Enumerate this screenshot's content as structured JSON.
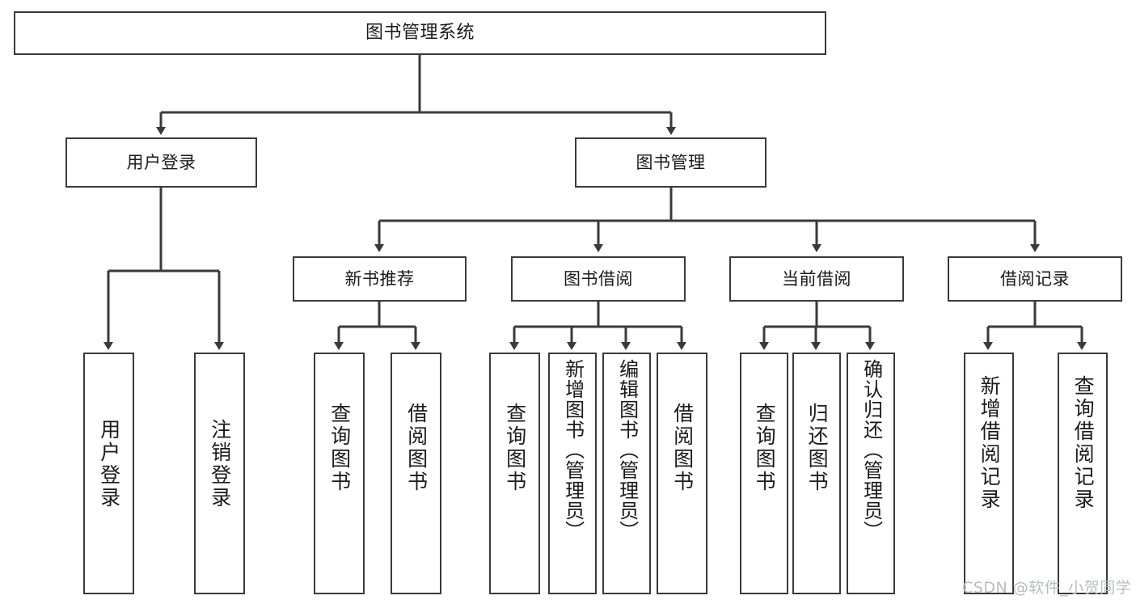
{
  "diagram": {
    "type": "tree-hierarchy-chart",
    "title": "图书管理系统",
    "background_color": "#ffffff",
    "line_color": "#3a3a3a",
    "box_border_color": "#3a3a3a",
    "text_color": "#1a1a1a"
  },
  "root": {
    "label": "图书管理系统"
  },
  "level2": [
    {
      "label": "用户登录"
    },
    {
      "label": "图书管理"
    }
  ],
  "level3": [
    {
      "label": "新书推荐"
    },
    {
      "label": "图书借阅"
    },
    {
      "label": "当前借阅"
    },
    {
      "label": "借阅记录"
    }
  ],
  "leaves": {
    "user_login": [
      {
        "label": "用户登录"
      },
      {
        "label": "注销登录"
      }
    ],
    "new_book_recommend": [
      {
        "label": "查询图书"
      },
      {
        "label": "借阅图书"
      }
    ],
    "book_borrow": [
      {
        "label": "查询图书"
      },
      {
        "label": "新增图书（管理员）"
      },
      {
        "label": "编辑图书（管理员）"
      },
      {
        "label": "借阅图书"
      }
    ],
    "current_borrow": [
      {
        "label": "查询图书"
      },
      {
        "label": "归还图书"
      },
      {
        "label": "确认归还（管理员）"
      }
    ],
    "borrow_record": [
      {
        "label": "新增借阅记录"
      },
      {
        "label": "查询借阅记录"
      }
    ]
  },
  "watermark": {
    "text": "CSDN @软件_小贺同学"
  }
}
